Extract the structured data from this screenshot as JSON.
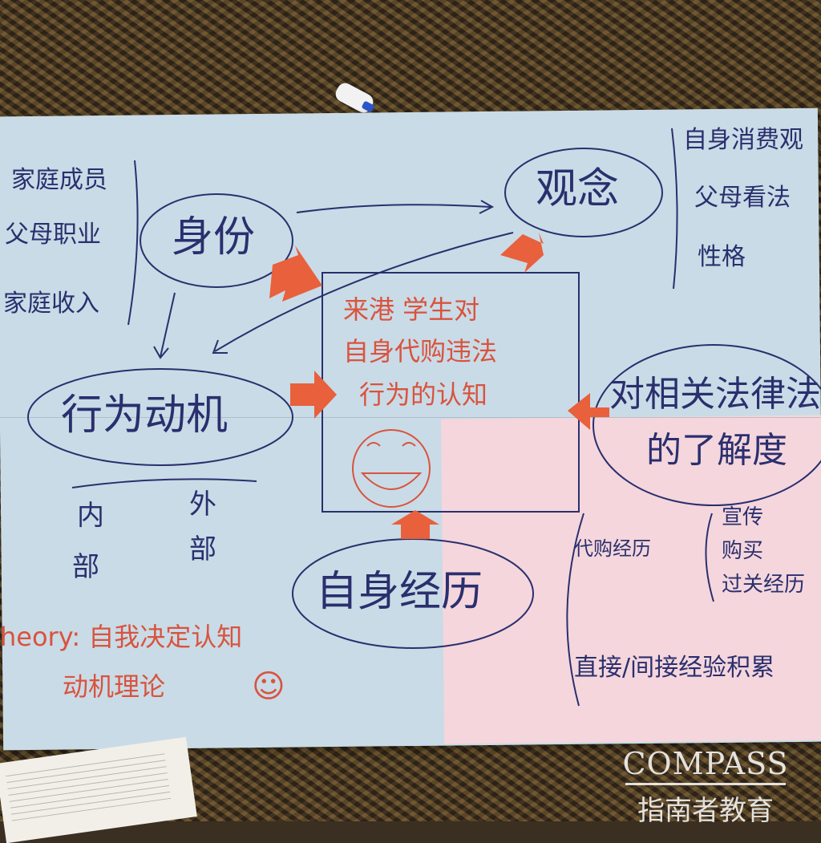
{
  "center": {
    "lines": [
      "来港 学生对",
      "自身代购违法",
      "行为的认知"
    ]
  },
  "nodes": {
    "identity": "身份",
    "concept": "观念",
    "motive": "行为动机",
    "legal": [
      "对相关法律法",
      "的了解度"
    ],
    "experience": "自身经历"
  },
  "identity_factors": [
    "家庭成员",
    "父母职业",
    "家庭收入"
  ],
  "concept_factors": [
    "自身消费观",
    "父母看法",
    "性格"
  ],
  "motive_types": {
    "internal": [
      "内",
      "部"
    ],
    "external": [
      "外",
      "部"
    ]
  },
  "legal_factors": {
    "first": "代购经历",
    "subitems": [
      "宣传",
      "购买",
      "过关经历"
    ],
    "second": "直接/间接经验积累"
  },
  "theory": [
    "heory: 自我决定认知",
    "动机理论"
  ],
  "smiley": "☺",
  "watermark": {
    "en": "COMPASS",
    "cn": "指南者教育"
  },
  "colors": {
    "ink_blue": "#2a2f6e",
    "ink_red": "#d9533e",
    "arrow_orange": "#e8603c",
    "paper_blue": "#c9dbe6",
    "paper_pink": "#f4d6dc"
  }
}
